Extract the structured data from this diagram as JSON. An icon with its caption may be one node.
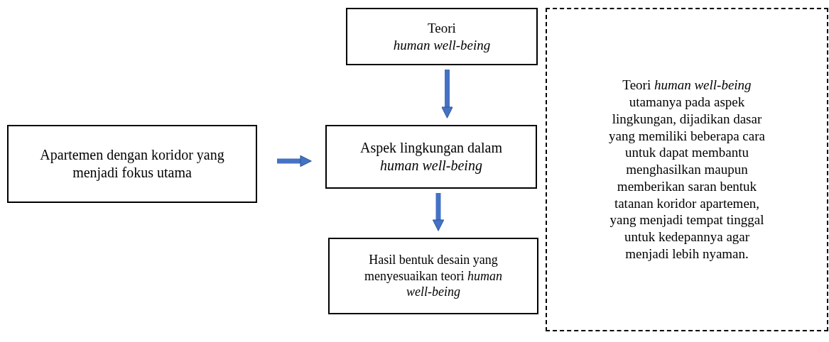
{
  "diagram": {
    "nodes": [
      {
        "text": [
          "Teori *human well-being*"
        ]
      },
      {
        "text": [
          "Apartemen dengan koridor yang menjadi fokus utama"
        ]
      },
      {
        "text": [
          "Aspek lingkungan dalam *human well-being*"
        ]
      },
      {
        "text": [
          "Hasil bentuk desain yang menyesuaikan teori *human well-being*"
        ]
      },
      {
        "text": [
          "Teori *human well-being* utamanya pada aspek lingkungan, dijadikan dasar yang memiliki beberapa cara untuk dapat membantu menghasilkan maupun memberikan saran bentuk tatanan koridor apartemen, yang menjadi tempat tinggal untuk kedepannya agar menjadi lebih nyaman."
        ]
      }
    ],
    "edges": [
      {
        "from": 0,
        "to": 2,
        "arrow": "to"
      },
      {
        "from": 1,
        "to": 2,
        "arrow": "to"
      },
      {
        "from": 2,
        "to": 3,
        "arrow": "to"
      }
    ]
  }
}
